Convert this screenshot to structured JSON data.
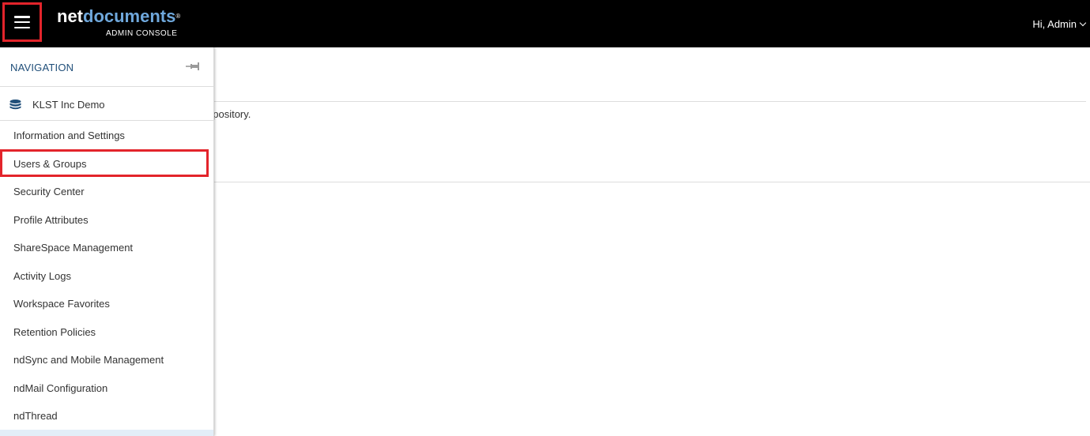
{
  "header": {
    "logo_net": "net",
    "logo_documents": "documents",
    "logo_reg": "®",
    "logo_subtitle": "ADMIN CONSOLE",
    "user_greeting": "Hi, Admin"
  },
  "background": {
    "partial_text": "epository."
  },
  "navigation": {
    "title": "NAVIGATION",
    "repository": "KLST Inc Demo",
    "items": [
      {
        "label": "Information and Settings"
      },
      {
        "label": "Users & Groups"
      },
      {
        "label": "Security Center"
      },
      {
        "label": "Profile Attributes"
      },
      {
        "label": "ShareSpace Management"
      },
      {
        "label": "Activity Logs"
      },
      {
        "label": "Workspace Favorites"
      },
      {
        "label": "Retention Policies"
      },
      {
        "label": "ndSync and Mobile Management"
      },
      {
        "label": "ndMail Configuration"
      },
      {
        "label": "ndThread"
      }
    ]
  },
  "colors": {
    "topbar": "#000000",
    "highlight": "#e3242b",
    "brand_blue": "#6fa8dc",
    "nav_title": "#1f4e79"
  },
  "icons": {
    "menu": "hamburger-menu-icon",
    "pin": "pin-icon",
    "repository": "database-icon",
    "user_dropdown": "chevron-down-icon"
  }
}
